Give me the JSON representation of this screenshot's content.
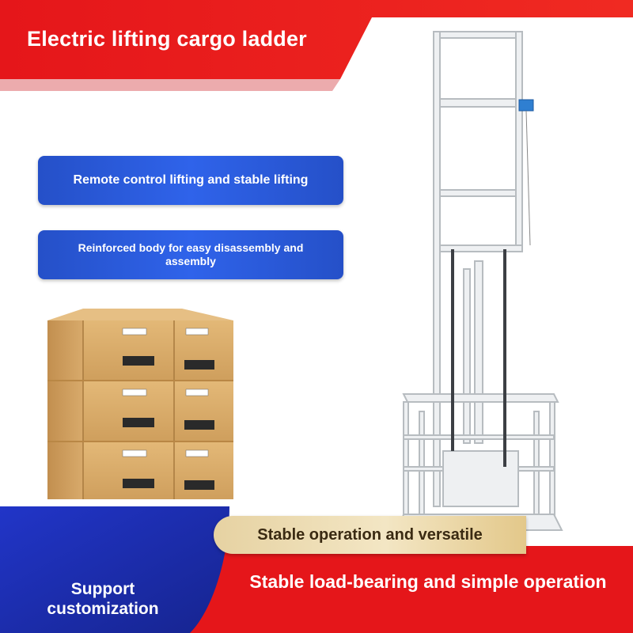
{
  "title": "Electric lifting cargo ladder",
  "features": [
    "Remote control lifting and stable lifting",
    "Reinforced body for easy disassembly and assembly"
  ],
  "highlight": "Stable operation and versatile",
  "support": "Support customization",
  "load_bearing": "Stable load-bearing and simple operation",
  "colors": {
    "banner_red": "#e5161a",
    "pill_blue": "#2f63ea",
    "gold": "#e6d2a2",
    "deep_blue": "#1d2fb0"
  }
}
